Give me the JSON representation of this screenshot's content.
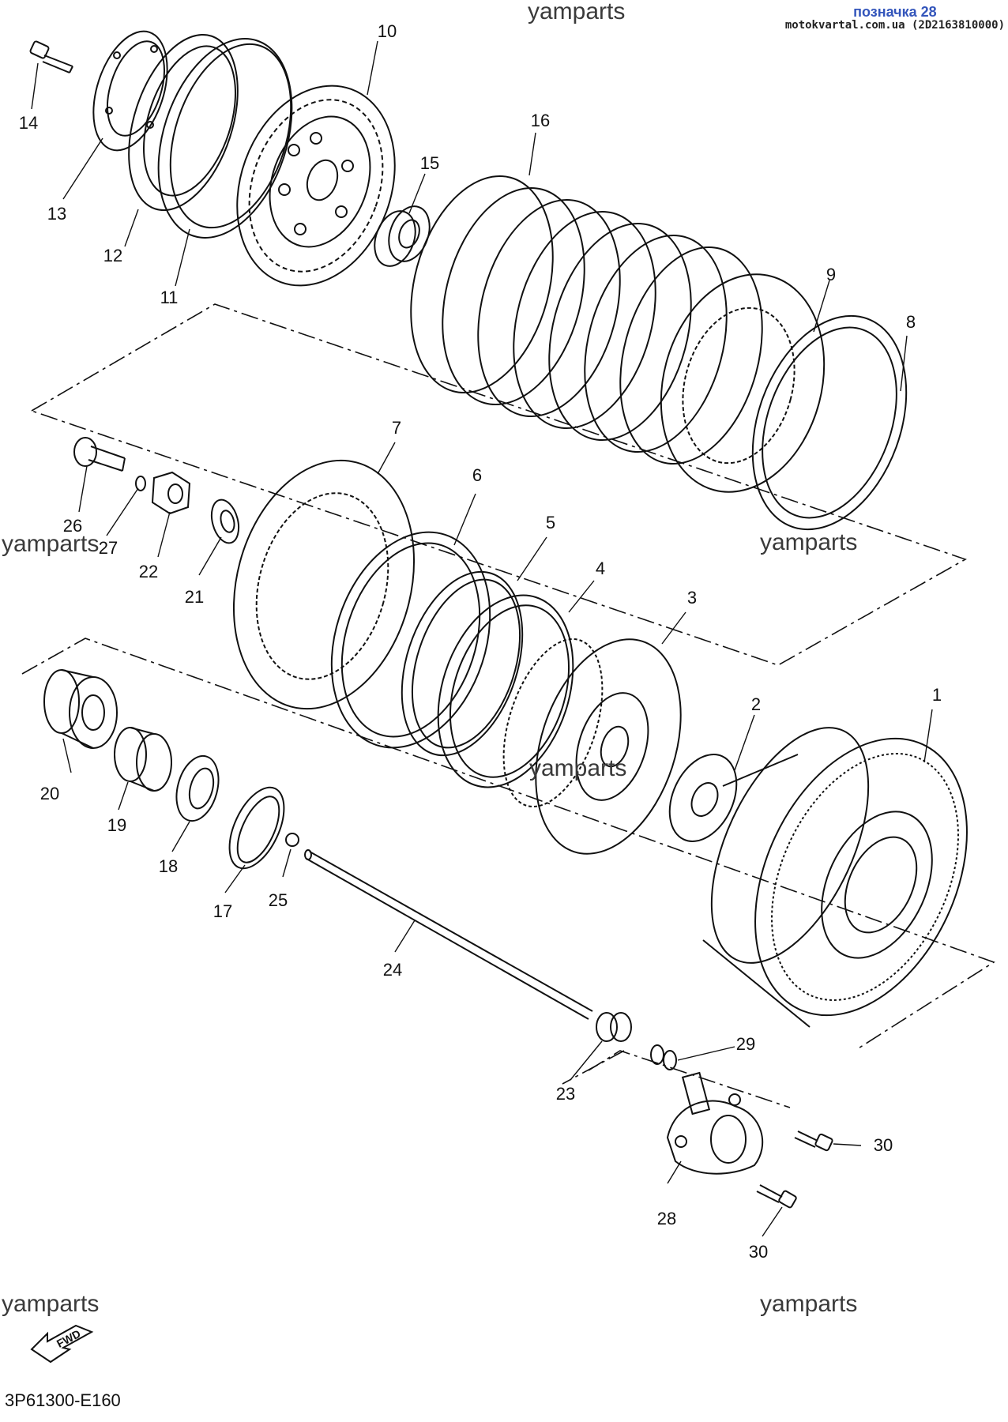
{
  "watermarks": [
    "yamparts",
    "yamparts",
    "yamparts",
    "yamparts",
    "yamparts",
    "yamparts"
  ],
  "header_tag": {
    "line1": "позначка 28",
    "line2": "motokvartal.com.ua (2D2163810000)"
  },
  "fwd_label": "FWD",
  "diagram_code": "3P61300-E160",
  "parts": [
    {
      "id": "p1",
      "label": "1"
    },
    {
      "id": "p2",
      "label": "2"
    },
    {
      "id": "p3",
      "label": "3"
    },
    {
      "id": "p4",
      "label": "4"
    },
    {
      "id": "p5",
      "label": "5"
    },
    {
      "id": "p6",
      "label": "6"
    },
    {
      "id": "p7",
      "label": "7"
    },
    {
      "id": "p8",
      "label": "8"
    },
    {
      "id": "p9",
      "label": "9"
    },
    {
      "id": "p10",
      "label": "10"
    },
    {
      "id": "p11",
      "label": "11"
    },
    {
      "id": "p12",
      "label": "12"
    },
    {
      "id": "p13",
      "label": "13"
    },
    {
      "id": "p14",
      "label": "14"
    },
    {
      "id": "p15",
      "label": "15"
    },
    {
      "id": "p16",
      "label": "16"
    },
    {
      "id": "p17",
      "label": "17"
    },
    {
      "id": "p18",
      "label": "18"
    },
    {
      "id": "p19",
      "label": "19"
    },
    {
      "id": "p20",
      "label": "20"
    },
    {
      "id": "p21",
      "label": "21"
    },
    {
      "id": "p22",
      "label": "22"
    },
    {
      "id": "p23",
      "label": "23"
    },
    {
      "id": "p24",
      "label": "24"
    },
    {
      "id": "p25",
      "label": "25"
    },
    {
      "id": "p26",
      "label": "26"
    },
    {
      "id": "p27",
      "label": "27"
    },
    {
      "id": "p28",
      "label": "28"
    },
    {
      "id": "p29",
      "label": "29"
    },
    {
      "id": "p30a",
      "label": "30"
    },
    {
      "id": "p30b",
      "label": "30"
    }
  ]
}
